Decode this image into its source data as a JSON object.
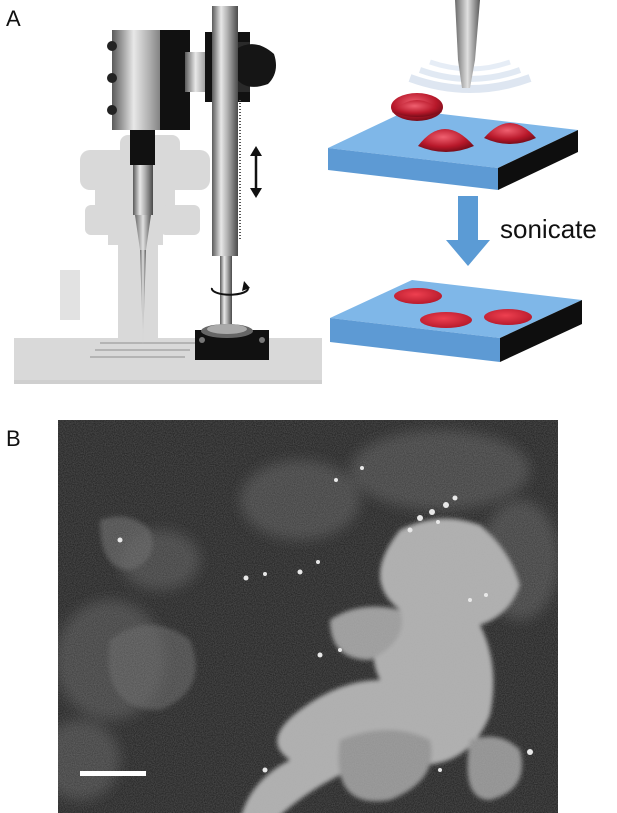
{
  "figure": {
    "panel_a_label": "A",
    "panel_b_label": "B",
    "step_label": "sonicate"
  },
  "colors": {
    "substrate_top": "#7fb7e8",
    "substrate_side": "#4a86c0",
    "droplet": "#c21a2e",
    "arrow": "#5b9bd5",
    "apparatus_metal": "#9a9a9a",
    "apparatus_dark": "#111111",
    "microscope_ghost": "#d6d6d6",
    "micrograph_bg": "#1e1e1e",
    "cell_fluorescence": "#b8b8b8"
  },
  "icons": [
    "double-arrow-icon",
    "rotation-arrow-icon",
    "down-arrow-icon"
  ]
}
